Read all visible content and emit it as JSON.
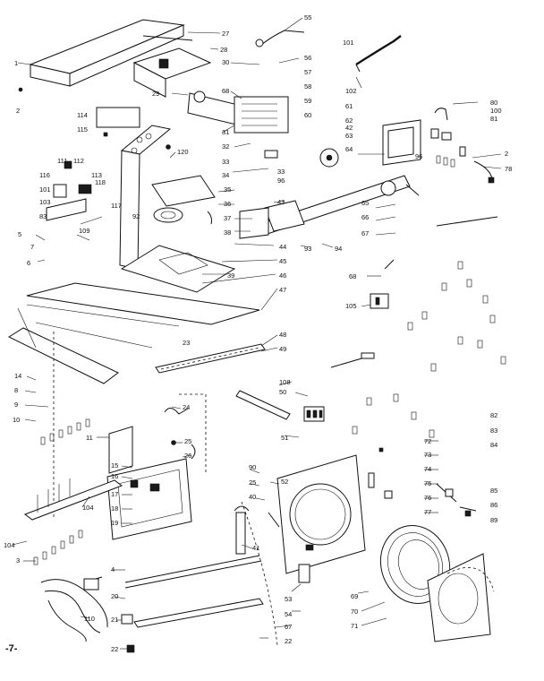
{
  "page_number": "-7-",
  "callouts": [
    "1",
    "2",
    "27",
    "28",
    "55",
    "56",
    "57",
    "58",
    "59",
    "60",
    "61",
    "62",
    "42",
    "63",
    "64",
    "96",
    "30",
    "68",
    "29",
    "31",
    "32",
    "33",
    "34",
    "101",
    "102",
    "80",
    "100",
    "81",
    "2",
    "78",
    "114",
    "115",
    "120",
    "111",
    "112",
    "116",
    "113",
    "118",
    "101",
    "83",
    "103",
    "35",
    "36",
    "92",
    "117",
    "37",
    "38",
    "43",
    "33",
    "96",
    "65",
    "66",
    "67",
    "44",
    "94",
    "93",
    "5",
    "109",
    "7",
    "6",
    "39",
    "45",
    "46",
    "47",
    "68",
    "105",
    "23",
    "48",
    "49",
    "14",
    "8",
    "9",
    "10",
    "108",
    "50",
    "11",
    "24",
    "25",
    "26",
    "51",
    "82",
    "83",
    "84",
    "72",
    "73",
    "74",
    "75",
    "76",
    "77",
    "85",
    "86",
    "89",
    "15",
    "16",
    "17",
    "18",
    "19",
    "90",
    "25",
    "40",
    "52",
    "104",
    "104",
    "3",
    "4",
    "41",
    "20",
    "53",
    "54",
    "69",
    "70",
    "71",
    "110",
    "21",
    "67",
    "22",
    "22"
  ]
}
